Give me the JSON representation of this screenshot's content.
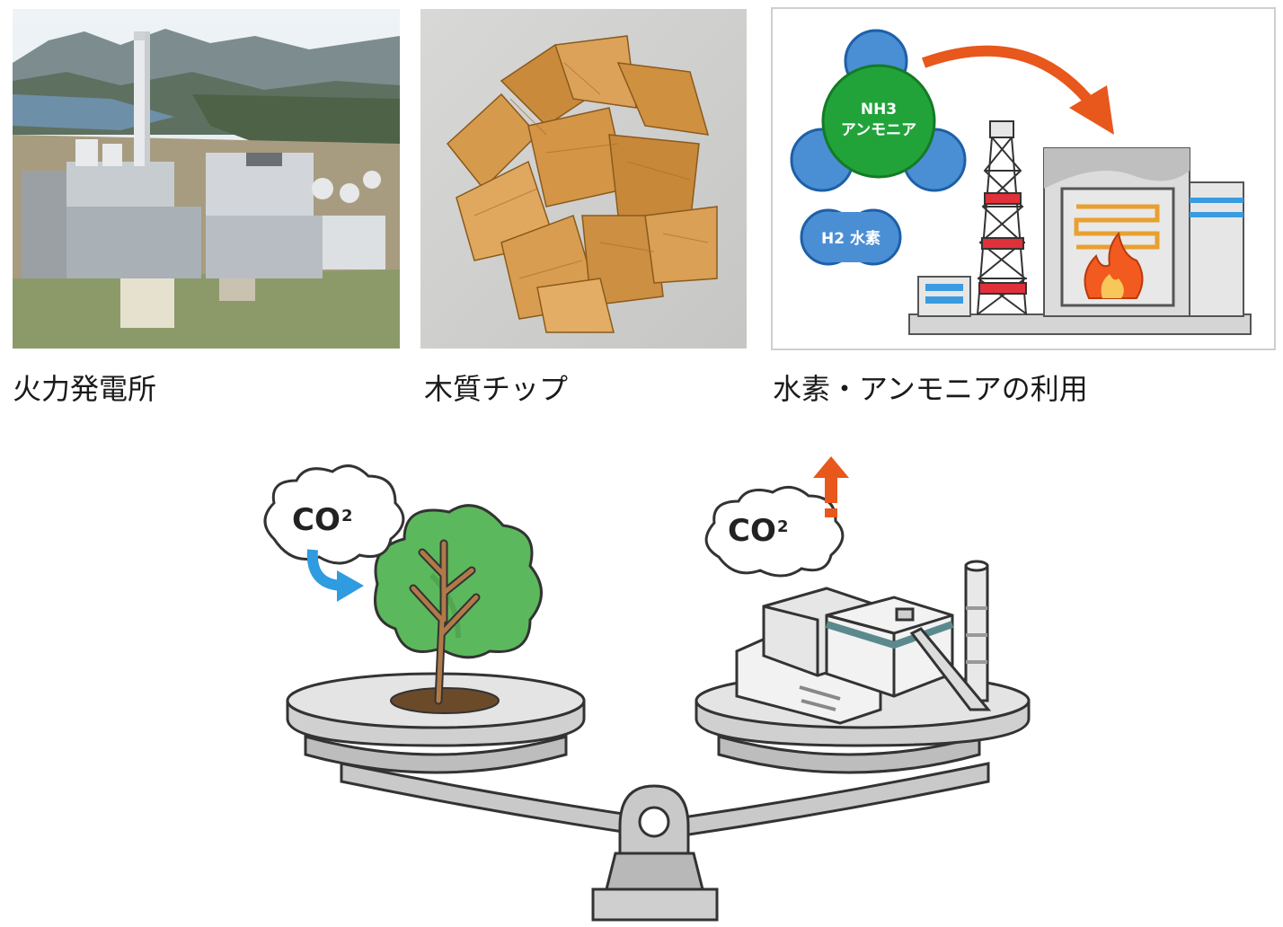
{
  "panels": [
    {
      "caption": "火力発電所",
      "photo": "thermal-power-plant-aerial-photo"
    },
    {
      "caption": "木質チップ",
      "photo": "wood-chips-photo"
    },
    {
      "caption": "水素・アンモニアの利用",
      "illustration": "hydrogen-ammonia-cofiring"
    }
  ],
  "molecules": {
    "ammonia_label_1": "NH3",
    "ammonia_label_2": "アンモニア",
    "hydrogen_label": "H2 水素"
  },
  "balance": {
    "left_co2": "CO",
    "left_co2_sub": "2",
    "right_co2": "CO",
    "right_co2_sub": "2"
  },
  "colors": {
    "molecule_blue": "#4a8fd4",
    "ammonia_green": "#21a33a",
    "arrow_orange": "#e8571b",
    "absorb_arrow_blue": "#2f9be0",
    "tree_green": "#5cb85c",
    "scale_gray": "#cfcfcf"
  }
}
